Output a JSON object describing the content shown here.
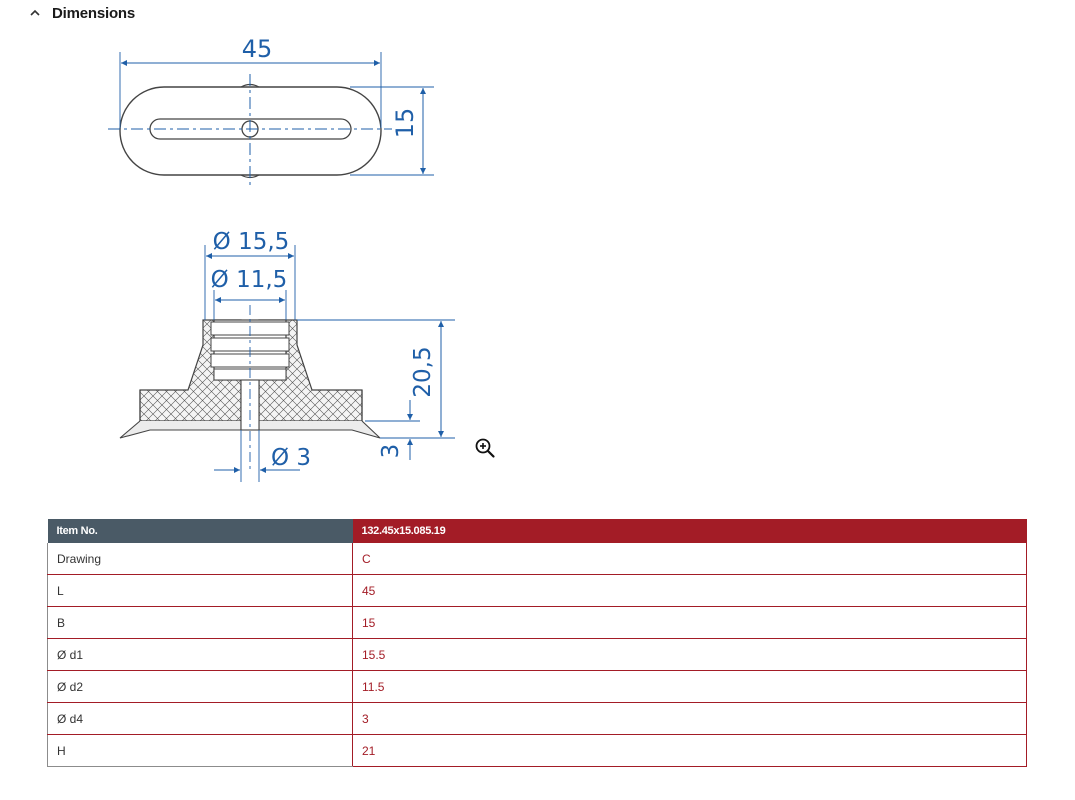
{
  "section": {
    "title": "Dimensions",
    "toggle_icon": "chevron-up-icon"
  },
  "drawing": {
    "top_view": {
      "length_label": "45",
      "width_label": "15"
    },
    "side_view": {
      "outer_diameter_label": "Ø 15,5",
      "inner_diameter_label": "Ø 11,5",
      "height_label": "20,5",
      "base_height_label": "3",
      "bore_diameter_label": "Ø 3"
    },
    "colors": {
      "dimension": "#1f5fa8",
      "outline": "#444444"
    },
    "zoom_icon": "zoom-in-icon"
  },
  "table": {
    "header": {
      "key": "Item No.",
      "value": "132.45x15.085.19"
    },
    "rows": [
      {
        "key": "Drawing",
        "value": "C"
      },
      {
        "key": "L",
        "value": "45"
      },
      {
        "key": "B",
        "value": "15"
      },
      {
        "key": "Ø d1",
        "value": "15.5"
      },
      {
        "key": "Ø d2",
        "value": "11.5"
      },
      {
        "key": "Ø d4",
        "value": "3"
      },
      {
        "key": "H",
        "value": "21"
      }
    ],
    "colors": {
      "key_header_bg": "#4a5a66",
      "accent": "#a31c26"
    }
  }
}
